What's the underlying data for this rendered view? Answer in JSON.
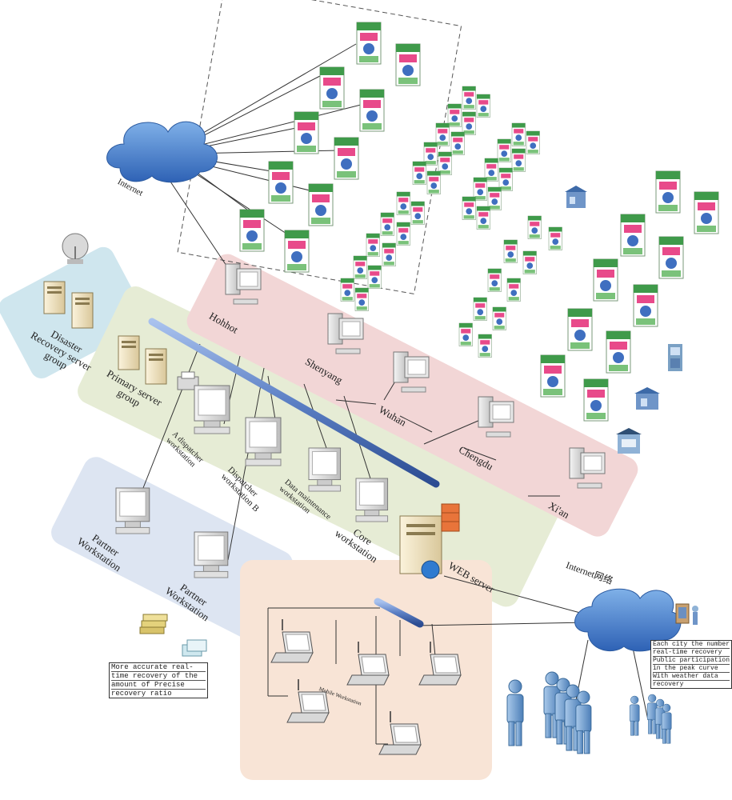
{
  "labels": {
    "internet_top": "Internet",
    "disaster_group": "Disaster\nRecovery server\ngroup",
    "primary_group": "Primary server\ngroup",
    "hohhot": "Hohhot",
    "shenyang": "Shenyang",
    "wuhan": "Wuhan",
    "chengdu": "Chengdu",
    "xian": "Xi'an",
    "dispatcher_a": "A dispatcher\nworkstation",
    "dispatcher_b": "Dispatcher\nworkstation B",
    "data_maint": "Data maintenance\nworkstation",
    "core": "Core\nworkstation",
    "web_server": "WEB server",
    "partner1": "Partner\nWorkstation",
    "partner2": "Partner\nWorkstation",
    "internet_right": "Internet网络",
    "mobile": "Mobile Workstation"
  },
  "notes": {
    "left": [
      "More accurate real-",
      "time recovery of the",
      "amount of Precise",
      "recovery ratio"
    ],
    "right": [
      "Each city the number of",
      "real-time recovery",
      " Public participation",
      "in the peak curve",
      " With weather data",
      "recovery"
    ]
  },
  "colors": {
    "zone_blue": "#cfe6ee",
    "zone_green": "#e6ecd5",
    "zone_red": "#f2d6d6",
    "zone_lav": "#dde5f2",
    "zone_peach": "#f8e4d6",
    "cloud": "#3b78c8",
    "backbone": "#5b7fc4"
  }
}
